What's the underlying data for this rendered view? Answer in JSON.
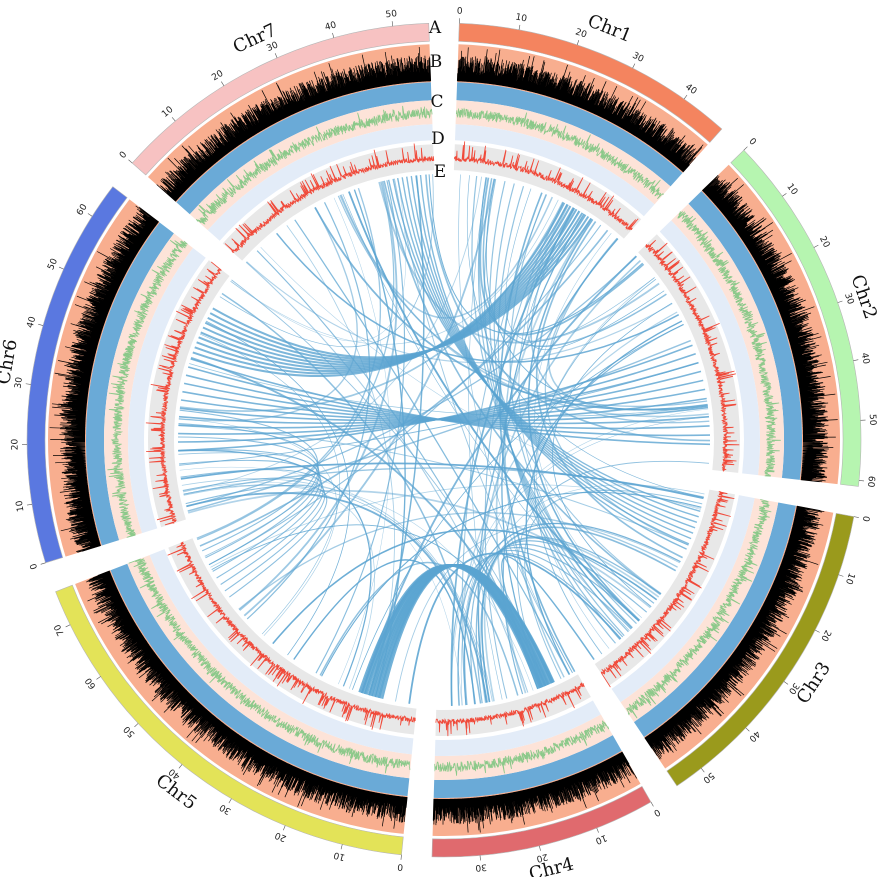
{
  "figure": {
    "track_labels": [
      "A",
      "B",
      "C",
      "D",
      "E"
    ],
    "chromosomes": [
      {
        "name": "Chr1",
        "length": 48,
        "ticks": [
          0,
          10,
          20,
          30,
          40
        ],
        "color": "#f4845f"
      },
      {
        "name": "Chr2",
        "length": 61,
        "ticks": [
          0,
          10,
          20,
          30,
          40,
          50,
          60
        ],
        "color": "#b6f5b0"
      },
      {
        "name": "Chr3",
        "length": 55,
        "ticks": [
          0,
          10,
          20,
          30,
          40,
          50
        ],
        "color": "#9a9a1c"
      },
      {
        "name": "Chr4",
        "length": 38,
        "ticks": [
          0,
          10,
          20,
          30
        ],
        "color": "#e06a6e"
      },
      {
        "name": "Chr5",
        "length": 76,
        "ticks": [
          0,
          10,
          20,
          30,
          40,
          50,
          60,
          70
        ],
        "color": "#e3e358"
      },
      {
        "name": "Chr6",
        "length": 66,
        "ticks": [
          0,
          10,
          20,
          30,
          40,
          50,
          60
        ],
        "color": "#5a78e0"
      },
      {
        "name": "Chr7",
        "length": 56,
        "ticks": [
          0,
          10,
          20,
          30,
          40,
          50
        ],
        "color": "#f7c2c2"
      }
    ],
    "tracks": {
      "B": {
        "bg": "#f8ae8f",
        "band": "#6aaad7",
        "line": "#000000"
      },
      "C": {
        "bg": "#fde3d8",
        "band": "#e3ecf8",
        "line": "#8cc98a"
      },
      "D": {
        "bg": "#e8e8e8",
        "line": "#f04a3a"
      },
      "E": {
        "link_color": "#5ba4d1"
      }
    }
  }
}
